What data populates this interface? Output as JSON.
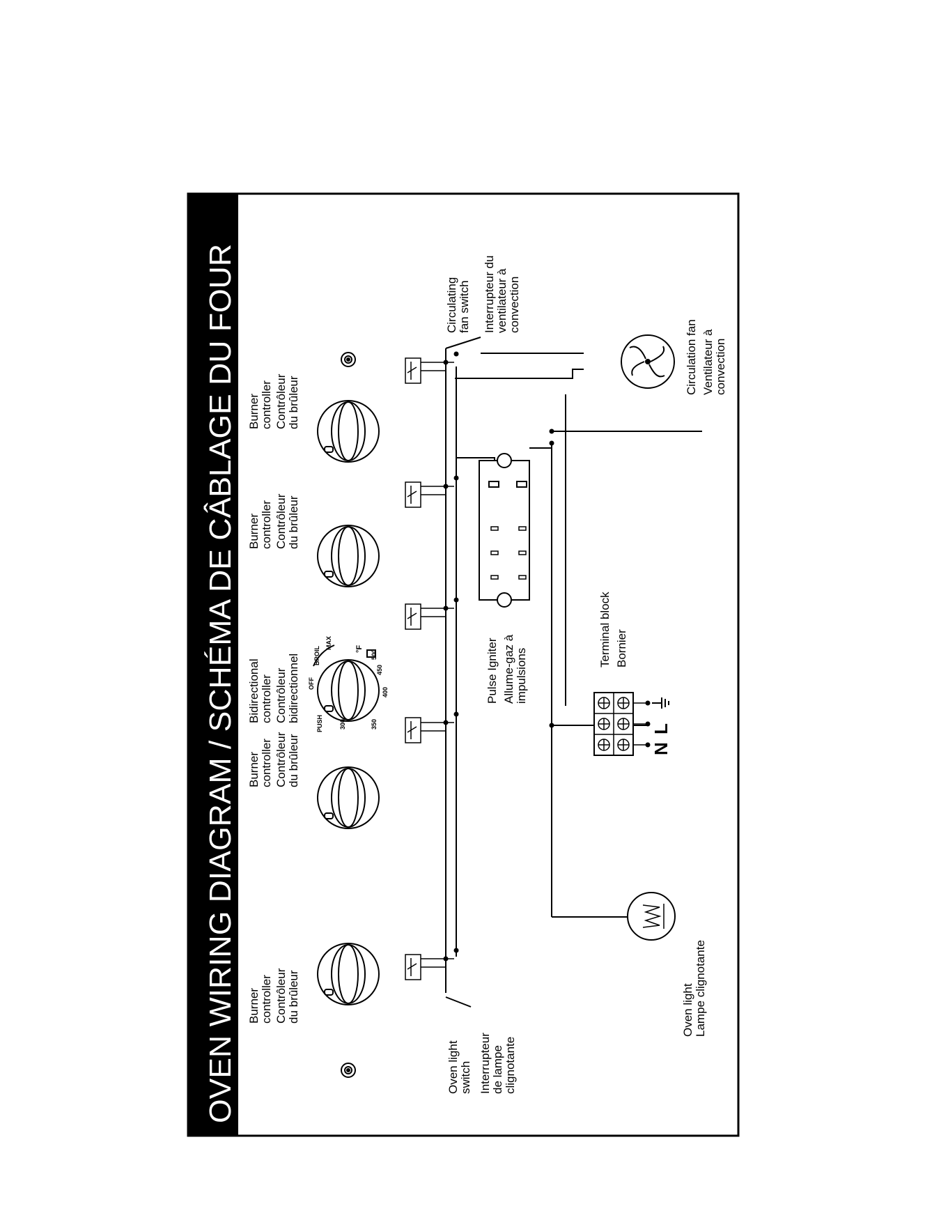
{
  "title": "OVEN WIRING DIAGRAM / SCHÉMA DE CÂBLAGE DU FOUR",
  "controllers": [
    {
      "en1": "Burner",
      "en2": "controller",
      "fr1": "Contrôleur",
      "fr2": "du brûleur"
    },
    {
      "en1": "Burner",
      "en2": "controller",
      "fr1": "Contrôleur",
      "fr2": "du brûleur"
    },
    {
      "en1": "Bidirectional",
      "en2": "controller",
      "fr1": "Contrôleur",
      "fr2": "bidirectionnel"
    },
    {
      "en1": "Burner",
      "en2": "controller",
      "fr1": "Contrôleur",
      "fr2": "du brûleur"
    },
    {
      "en1": "Burner",
      "en2": "controller",
      "fr1": "Contrôleur",
      "fr2": "du brûleur"
    }
  ],
  "dial_marks": {
    "push": "PUSH",
    "off": "OFF",
    "broil": "BROIL",
    "max": "MAX",
    "degF": "°F",
    "t300": "300",
    "t350": "350",
    "t400": "400",
    "t450": "450",
    "t500": "500"
  },
  "oven_light_switch": {
    "en1": "Oven light",
    "en2": "switch",
    "fr1": "Interrupteur",
    "fr2": "de lampe",
    "fr3": "clignotante"
  },
  "circulating_fan_switch": {
    "en1": "Circulating",
    "en2": "fan switch",
    "fr1": "Interrupteur du",
    "fr2": "ventilateur à",
    "fr3": "convection"
  },
  "pulse_igniter": {
    "en": "Pulse Igniter",
    "fr1": "Allume-gaz à",
    "fr2": "impulsions"
  },
  "terminal_block": {
    "en": "Terminal block",
    "fr": "Bornier",
    "n": "N",
    "l": "L"
  },
  "oven_light": {
    "en": "Oven light",
    "fr": "Lampe clignotante"
  },
  "circulation_fan": {
    "en": "Circulation fan",
    "fr1": "Ventilateur à",
    "fr2": "convection"
  }
}
